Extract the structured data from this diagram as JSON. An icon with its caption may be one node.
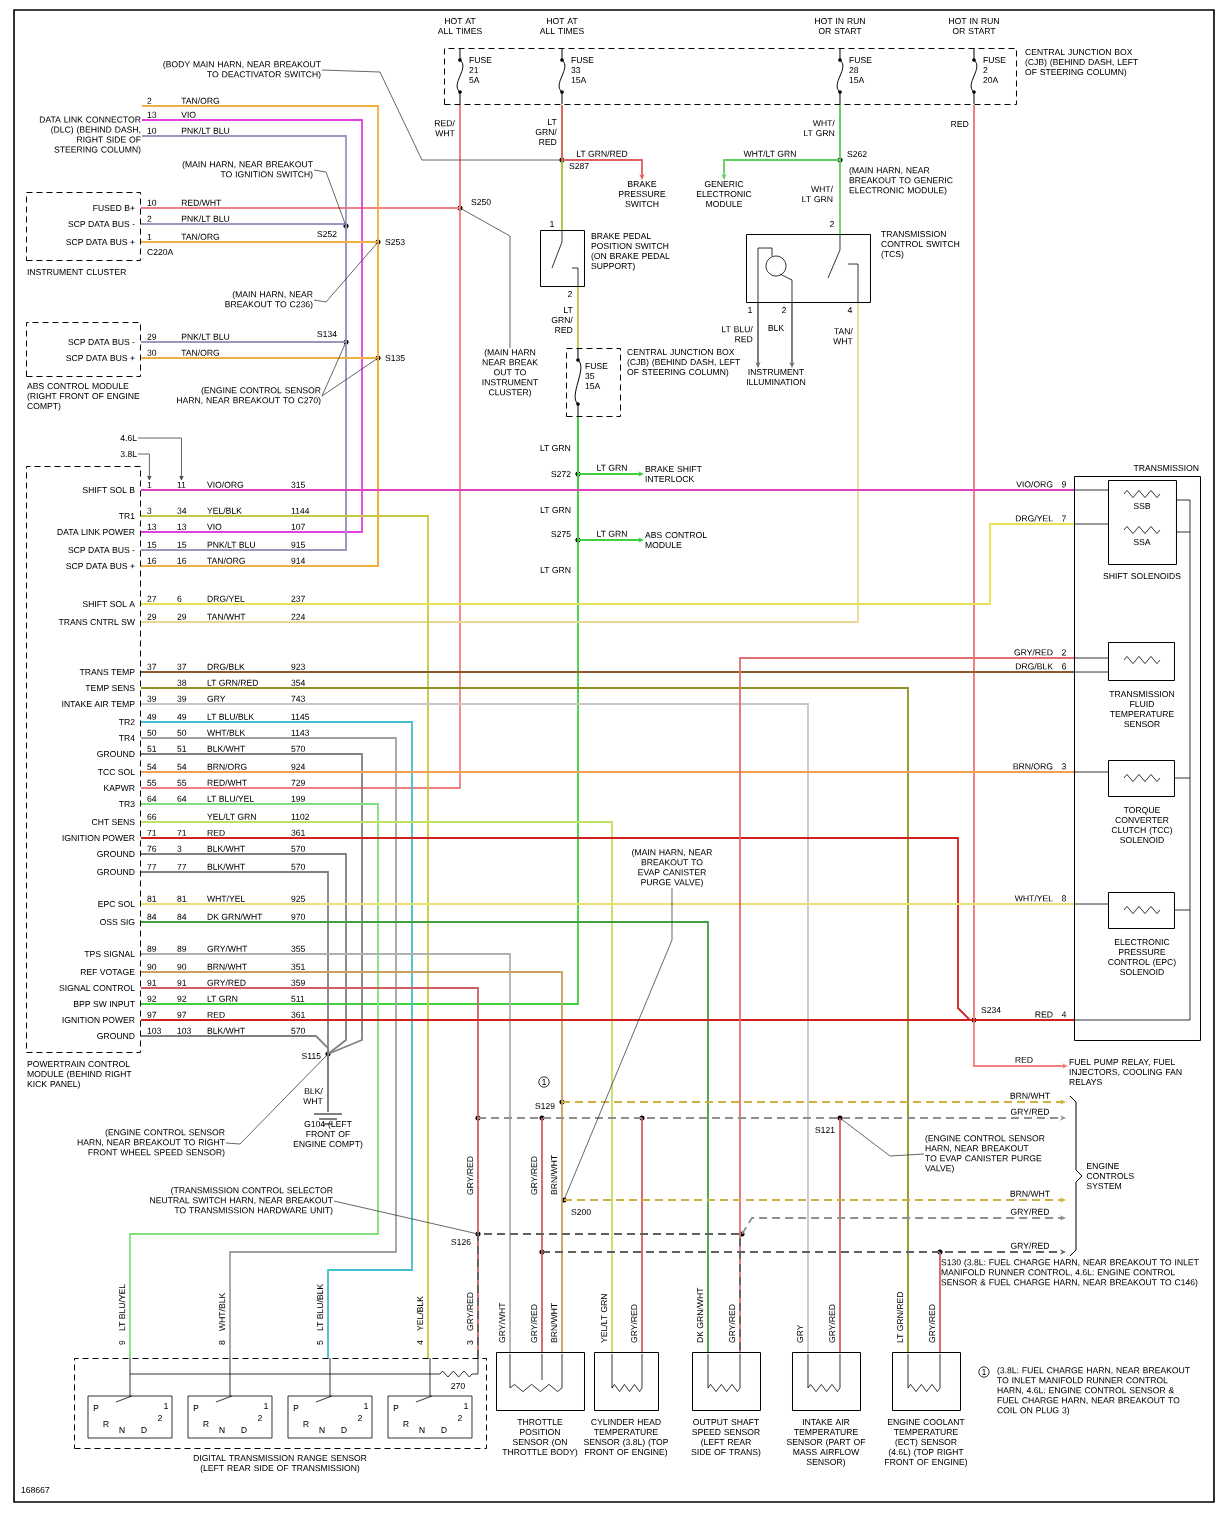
{
  "diagram": {
    "nodes": [
      {
        "text": [
          "FUSE 21 5A",
          "FUSE 33 15A",
          "FUSE 28 15A",
          "FUSE 2 20A",
          "CENTRAL JUNCTION BOX (CJB) (BEHIND DASH, LEFT OF STEERING COLUMN)"
        ]
      },
      {
        "text": [
          "DATA LINK CONNECTOR (DLC) (BEHIND DASH, RIGHT SIDE OF STEERING COLUMN)"
        ]
      },
      {
        "text": [
          "FUSED B+",
          "SCP DATA BUS -",
          "SCP DATA BUS +",
          "INSTRUMENT CLUSTER"
        ]
      },
      {
        "text": [
          "SCP DATA BUS -",
          "SCP DATA BUS +",
          "ABS CONTROL MODULE (RIGHT FRONT OF ENGINE COMPT)"
        ]
      },
      {
        "text": [
          "SHIFT SOL B",
          "TR1",
          "DATA LINK POWER",
          "SCP DATA BUS -",
          "SCP DATA BUS +",
          "SHIFT SOL A",
          "TRANS CNTRL SW",
          "TRANS TEMP",
          "TEMP SENS",
          "INTAKE AIR TEMP",
          "TR2",
          "TR4",
          "GROUND",
          "TCC SOL",
          "KAPWR",
          "TR3",
          "CHT SENS",
          "IGNITION POWER",
          "GROUND",
          "GROUND",
          "EPC SOL",
          "OSS SIG",
          "TPS SIGNAL",
          "REF VOTAGE",
          "SIGNAL CONTROL",
          "BPP SW INPUT",
          "IGNITION POWER",
          "GROUND",
          "POWERTRAIN CONTROL MODULE (BEHIND RIGHT KICK PANEL)"
        ]
      },
      {
        "text": [
          "BRAKE PEDAL POSITION SWITCH (ON BRAKE PEDAL SUPPORT)"
        ]
      },
      {
        "text": [
          "FUSE 35 15A",
          "CENTRAL JUNCTION BOX (CJB) (BEHIND DASH, LEFT OF STEERING COLUMN)"
        ]
      },
      {
        "text": [
          "TRANSMISSION CONTROL SWITCH (TCS)"
        ]
      },
      {
        "text": [
          "BRAKE PRESSURE SWITCH"
        ]
      },
      {
        "text": [
          "GENERIC ELECTRONIC MODULE"
        ]
      },
      {
        "text": [
          "INSTRUMENT ILLUMINATION"
        ]
      },
      {
        "text": [
          "BRAKE SHIFT INTERLOCK"
        ]
      },
      {
        "text": [
          "ABS CONTROL MODULE"
        ]
      },
      {
        "text": [
          "TRANSMISSION"
        ]
      },
      {
        "text": [
          "SSB",
          "SSA",
          "SHIFT SOLENOIDS"
        ],
        "in": 13
      },
      {
        "text": [
          "TRANSMISSION FLUID TEMPERATURE SENSOR"
        ],
        "in": 13
      },
      {
        "text": [
          "TORQUE CONVERTER CLUTCH (TCC) SOLENOID"
        ],
        "in": 13
      },
      {
        "text": [
          "ELECTRONIC PRESSURE CONTROL (EPC) SOLENOID"
        ],
        "in": 13
      },
      {
        "text": [
          "FUEL PUMP RELAY, FUEL INJECTORS, COOLING FAN RELAYS"
        ]
      },
      {
        "text": [
          "ENGINE CONTROLS SYSTEM"
        ]
      },
      {
        "text": [
          "DIGITAL TRANSMISSION RANGE SENSOR (LEFT REAR SIDE OF TRANSMISSION)"
        ]
      },
      {
        "text": [
          "THROTTLE POSITION SENSOR (ON THROTTLE BODY)"
        ]
      },
      {
        "text": [
          "CYLINDER HEAD TEMPERATURE SENSOR (3.8L) (TOP FRONT OF ENGINE)"
        ]
      },
      {
        "text": [
          "OUTPUT SHAFT SPEED SENSOR (LEFT REAR SIDE OF TRANS)"
        ]
      },
      {
        "text": [
          "INTAKE AIR TEMPERATURE SENSOR (PART OF MASS AIRFLOW SENSOR)"
        ]
      },
      {
        "text": [
          "ENGINE COOLANT TEMPERATURE (ECT) SENSOR (4.6L) (TOP RIGHT FRONT OF ENGINE)"
        ]
      },
      {
        "text": [
          "G104 (LEFT FRONT OF ENGINE COMPT)"
        ]
      },
      {
        "text": [
          "(BODY MAIN HARN, NEAR BREAKOUT TO DEACTIVATOR SWITCH)"
        ]
      },
      {
        "text": [
          "(MAIN HARN, NEAR BREAKOUT TO IGNITION SWITCH)"
        ]
      },
      {
        "text": [
          "(MAIN HARN, NEAR BREAKOUT TO C236)"
        ]
      },
      {
        "text": [
          "(ENGINE CONTROL SENSOR HARN, NEAR BREAKOUT TO C270)"
        ]
      },
      {
        "text": [
          "(MAIN HARN NEAR BREAK OUT TO INSTRUMENT CLUSTER)"
        ]
      },
      {
        "text": [
          "(MAIN HARN, NEAR BREAKOUT TO EVAP CANISTER PURGE VALVE)"
        ]
      },
      {
        "text": [
          "(ENGINE CONTROL SENSOR HARN, NEAR BREAKOUT TO RIGHT FRONT WHEEL SPEED SENSOR)"
        ]
      },
      {
        "text": [
          "(TRANSMISSION CONTROL SELECTOR NEUTRAL SWITCH HARN, NEAR BREAKOUT TO TRANSMISSION HARDWARE UNIT)"
        ]
      },
      {
        "text": [
          "(ENGINE CONTROL SENSOR HARN, NEAR BREAKOUT TO EVAP CANISTER PURGE VALVE)"
        ]
      },
      {
        "text": [
          "3.8L"
        ]
      },
      {
        "text": [
          "4.6L"
        ]
      },
      {
        "text": [
          "S129"
        ]
      },
      {
        "text": [
          "S121"
        ]
      },
      {
        "text": [
          "S130 (3.8L: FUEL CHARGE HARN, NEAR BREAKOUT TO INLET MANIFOLD RUNNER CONTROL, 4.6L: ENGINE CONTROL SENSOR & FUEL CHARGE HARN, NEAR BREAKOUT TO C146)"
        ]
      },
      {
        "text": [
          "S200"
        ]
      },
      {
        "text": [
          "S287"
        ]
      },
      {
        "text": [
          "S252"
        ]
      },
      {
        "text": [
          "S253"
        ]
      },
      {
        "text": [
          "S134"
        ]
      },
      {
        "text": [
          "S135"
        ]
      },
      {
        "text": [
          "S250"
        ]
      },
      {
        "text": [
          "S115"
        ]
      },
      {
        "text": [
          "S126"
        ]
      },
      {
        "text": [],
        "shape": "circle"
      },
      {
        "text": [],
        "shape": "circle"
      },
      {
        "text": [],
        "shape": "circle"
      },
      {
        "text": [],
        "shape": "circle"
      },
      {
        "text": [],
        "shape": "circle"
      },
      {
        "text": [
          "1"
        ]
      },
      {
        "text": [
          "11"
        ]
      }
    ],
    "edges": [
      {
        "from": 0,
        "to": 4,
        "arrow": "none",
        "label": "RED/ WHT",
        "color": "#f08080"
      },
      {
        "from": 0,
        "to": 2,
        "arrow": "none",
        "label": "RED/WHT",
        "color": "#f08080"
      },
      {
        "from": 0,
        "to": 5,
        "arrow": "none",
        "label": "LT GRN/ RED",
        "color": "#a8c030"
      },
      {
        "from": 0,
        "to": 8,
        "arrow": "to",
        "label": "LT GRN/RED",
        "color": "#e06060"
      },
      {
        "from": 5,
        "to": 6,
        "arrow": "none",
        "label": "LT GRN/ RED",
        "color": "#c8c040"
      },
      {
        "from": 6,
        "to": 11,
        "arrow": "to",
        "label": "LT GRN",
        "color": "#40d040"
      },
      {
        "from": 6,
        "to": 12,
        "arrow": "to",
        "label": "LT GRN",
        "color": "#40d040"
      },
      {
        "from": 6,
        "to": 4,
        "arrow": "none",
        "label": "LT GRN",
        "color": "#40d040"
      },
      {
        "from": 0,
        "to": 9,
        "arrow": "to",
        "label": "WHT/LT GRN",
        "color": "#60d060"
      },
      {
        "from": 0,
        "to": 7,
        "arrow": "none",
        "label": "WHT/ LT GRN",
        "color": "#60d060"
      },
      {
        "from": 7,
        "to": 10,
        "arrow": "to",
        "label": "LT BLU/ RED",
        "color": "#707070"
      },
      {
        "from": 7,
        "to": 10,
        "arrow": "to",
        "label": "BLK",
        "color": "#707070"
      },
      {
        "from": 7,
        "to": 4,
        "arrow": "none",
        "label": "TAN/ WHT",
        "color": "#e8d890"
      },
      {
        "from": 0,
        "to": 13,
        "arrow": "none",
        "label": "RED",
        "color": "#f08080"
      },
      {
        "from": 0,
        "to": 18,
        "arrow": "to",
        "label": "RED",
        "color": "#f08080"
      },
      {
        "from": 1,
        "to": 4,
        "arrow": "none",
        "label": "TAN/ORG",
        "color": "#f0b040"
      },
      {
        "from": 1,
        "to": 4,
        "arrow": "none",
        "label": "VIO",
        "color": "#e040e0"
      },
      {
        "from": 1,
        "to": 4,
        "arrow": "none",
        "label": "PNK/LT BLU",
        "color": "#9898c0"
      },
      {
        "from": 2,
        "to": 4,
        "arrow": "none",
        "label": "PNK/LT BLU",
        "color": "#9898c0"
      },
      {
        "from": 2,
        "to": 4,
        "arrow": "none",
        "label": "TAN/ORG",
        "color": "#f0b040"
      },
      {
        "from": 3,
        "to": 4,
        "arrow": "none",
        "label": "PNK/LT BLU",
        "color": "#9898c0"
      },
      {
        "from": 3,
        "to": 4,
        "arrow": "none",
        "label": "TAN/ORG",
        "color": "#f0b040"
      },
      {
        "from": 4,
        "to": 13,
        "arrow": "none",
        "color": "#e040c0"
      },
      {
        "from": 4,
        "to": 20,
        "arrow": "none",
        "color": "#c8c840"
      },
      {
        "from": 4,
        "to": 13,
        "arrow": "none",
        "color": "#e8e050"
      },
      {
        "from": 4,
        "to": 13,
        "arrow": "none",
        "color": "#8b5a2b"
      },
      {
        "from": 4,
        "to": 25,
        "arrow": "none",
        "color": "#909020"
      },
      {
        "from": 4,
        "to": 24,
        "arrow": "none",
        "color": "#c8c8c8"
      },
      {
        "from": 4,
        "to": 20,
        "arrow": "none",
        "color": "#40c0d0"
      },
      {
        "from": 4,
        "to": 20,
        "arrow": "none",
        "color": "#a0a0a0"
      },
      {
        "from": 4,
        "to": 26,
        "arrow": "none",
        "label": "BLK/ WHT",
        "color": "#808080"
      },
      {
        "from": 4,
        "to": 13,
        "arrow": "none",
        "color": "#f0a050"
      },
      {
        "from": 4,
        "to": 20,
        "arrow": "none",
        "color": "#80e080"
      },
      {
        "from": 4,
        "to": 22,
        "arrow": "none",
        "color": "#c0e060"
      },
      {
        "from": 4,
        "to": 13,
        "arrow": "none",
        "color": "#d02020"
      },
      {
        "from": 4,
        "to": 26,
        "arrow": "none",
        "color": "#808080"
      },
      {
        "from": 4,
        "to": 26,
        "arrow": "none",
        "color": "#808080"
      },
      {
        "from": 4,
        "to": 13,
        "arrow": "none",
        "color": "#e8e070"
      },
      {
        "from": 4,
        "to": 23,
        "arrow": "none",
        "color": "#40a040"
      },
      {
        "from": 4,
        "to": 21,
        "arrow": "none",
        "color": "#b0b0b0"
      },
      {
        "from": 4,
        "to": 21,
        "arrow": "none",
        "color": "#c8a060"
      },
      {
        "from": 4,
        "to": 20,
        "arrow": "none",
        "color": "#d06060"
      },
      {
        "from": 4,
        "to": 13,
        "arrow": "none",
        "color": "#d02020"
      },
      {
        "from": 4,
        "to": 26,
        "arrow": "none",
        "color": "#808080"
      },
      {
        "from": 23,
        "to": 13,
        "arrow": "none",
        "color": "#e07070"
      },
      {
        "from": 21,
        "to": 54,
        "arrow": "none",
        "color": "#d06060"
      },
      {
        "from": 22,
        "to": 51,
        "arrow": "none",
        "color": "#d06060"
      },
      {
        "from": 24,
        "to": 39,
        "arrow": "none",
        "color": "#d06060"
      },
      {
        "from": 25,
        "to": 40,
        "arrow": "none",
        "color": "#d06060"
      },
      {
        "from": 38,
        "to": 19,
        "arrow": "to",
        "label": "BRN/WHT",
        "style": "dashed",
        "color": "#d0b040"
      },
      {
        "from": 50,
        "to": 19,
        "arrow": "to",
        "label": "GRY/RED",
        "style": "dashed",
        "color": "#909090"
      },
      {
        "from": 41,
        "to": 19,
        "arrow": "to",
        "label": "BRN/WHT",
        "style": "dashed",
        "color": "#d0b040"
      },
      {
        "from": 52,
        "to": 19,
        "arrow": "to",
        "label": "GRY/RED",
        "style": "dashed",
        "color": "#909090"
      },
      {
        "from": 53,
        "to": 19,
        "arrow": "to",
        "label": "GRY/RED",
        "style": "dashed",
        "color": "#606060"
      },
      {
        "from": 20,
        "to": 23,
        "arrow": "none",
        "style": "dashed",
        "color": "#606060"
      },
      {
        "from": 27,
        "to": 42,
        "arrow": "none"
      },
      {
        "from": 28,
        "to": 43,
        "arrow": "none"
      },
      {
        "from": 29,
        "to": 44,
        "arrow": "none"
      },
      {
        "from": 30,
        "to": 45,
        "arrow": "none"
      },
      {
        "from": 30,
        "to": 46,
        "arrow": "none"
      },
      {
        "from": 31,
        "to": 47,
        "arrow": "none"
      },
      {
        "from": 32,
        "to": 41,
        "arrow": "none"
      },
      {
        "from": 33,
        "to": 48,
        "arrow": "none"
      },
      {
        "from": 34,
        "to": 49,
        "arrow": "none"
      },
      {
        "from": 35,
        "to": 39,
        "arrow": "none"
      },
      {
        "from": 36,
        "to": 55,
        "arrow": "to"
      },
      {
        "from": 37,
        "to": 56,
        "arrow": "to"
      }
    ],
    "labels": [
      "HOT AT ALL TIMES",
      "HOT AT ALL TIMES",
      "HOT IN RUN OR START",
      "HOT IN RUN OR START",
      "(MAIN HARN, NEAR BREAKOUT TO GENERIC ELECTRONIC MODULE)",
      "S262",
      "S272",
      "S275",
      "S234",
      "C220A",
      "1",
      "2",
      "2",
      "1",
      "2",
      "4",
      "2",
      "13",
      "10",
      "10",
      "2",
      "1",
      "29",
      "30",
      "LT GRN",
      "LT GRN",
      "WHT/ LT GRN",
      "VIO/ORG",
      "315",
      "3",
      "34",
      "YEL/BLK",
      "1144",
      "13",
      "13",
      "VIO",
      "107",
      "15",
      "15",
      "PNK/LT BLU",
      "915",
      "16",
      "16",
      "TAN/ORG",
      "914",
      "27",
      "6",
      "DRG/YEL",
      "237",
      "29",
      "29",
      "TAN/WHT",
      "224",
      "37",
      "37",
      "DRG/BLK",
      "923",
      "38",
      "LT GRN/RED",
      "354",
      "39",
      "39",
      "GRY",
      "743",
      "49",
      "49",
      "LT BLU/BLK",
      "1145",
      "50",
      "50",
      "WHT/BLK",
      "1143",
      "51",
      "51",
      "BLK/WHT",
      "570",
      "54",
      "54",
      "BRN/ORG",
      "924",
      "55",
      "55",
      "RED/WHT",
      "729",
      "64",
      "64",
      "LT BLU/YEL",
      "199",
      "66",
      "YEL/LT GRN",
      "1102",
      "71",
      "71",
      "RED",
      "361",
      "76",
      "3",
      "BLK/WHT",
      "570",
      "77",
      "77",
      "BLK/WHT",
      "570",
      "81",
      "81",
      "WHT/YEL",
      "925",
      "84",
      "84",
      "DK GRN/WHT",
      "970",
      "89",
      "89",
      "GRY/WHT",
      "355",
      "90",
      "90",
      "BRN/WHT",
      "351",
      "91",
      "91",
      "GRY/RED",
      "359",
      "92",
      "92",
      "LT GRN",
      "511",
      "97",
      "97",
      "RED",
      "361",
      "103",
      "103",
      "BLK/WHT",
      "570",
      "VIO/ORG",
      "9",
      "DRG/YEL",
      "7",
      "GRY/RED",
      "2",
      "DRG/BLK",
      "6",
      "BRN/ORG",
      "3",
      "WHT/YEL",
      "8",
      "RED",
      "4",
      "270",
      "9",
      "LT BLU/YEL",
      "8",
      "WHT/BLK",
      "5",
      "LT BLU/BLK",
      "4",
      "YEL/BLK",
      "3",
      "GRY/RED",
      "P",
      "R",
      "N",
      "D",
      "2",
      "1",
      "P",
      "R",
      "N",
      "D",
      "2",
      "1",
      "P",
      "R",
      "N",
      "D",
      "2",
      "1",
      "P",
      "R",
      "N",
      "D",
      "2",
      "1",
      "GRY/WHT",
      "GRY/RED",
      "BRN/WHT",
      "YEL/LT GRN",
      "GRY/RED",
      "DK GRN/WHT",
      "GRY/RED",
      "GRY",
      "GRY/RED",
      "LT GRN/RED",
      "GRY/RED",
      "GRY/RED",
      "GRY/RED",
      "BRN/WHT",
      "1",
      "1",
      "(3.8L: FUEL CHARGE HARN, NEAR BREAKOUT TO INLET MANIFOLD RUNNER CONTROL HARN, 4.6L: ENGINE CONTROL SENSOR & FUEL CHARGE HARN, NEAR BREAKOUT TO COIL ON PLUG 3)",
      "168667"
    ]
  }
}
